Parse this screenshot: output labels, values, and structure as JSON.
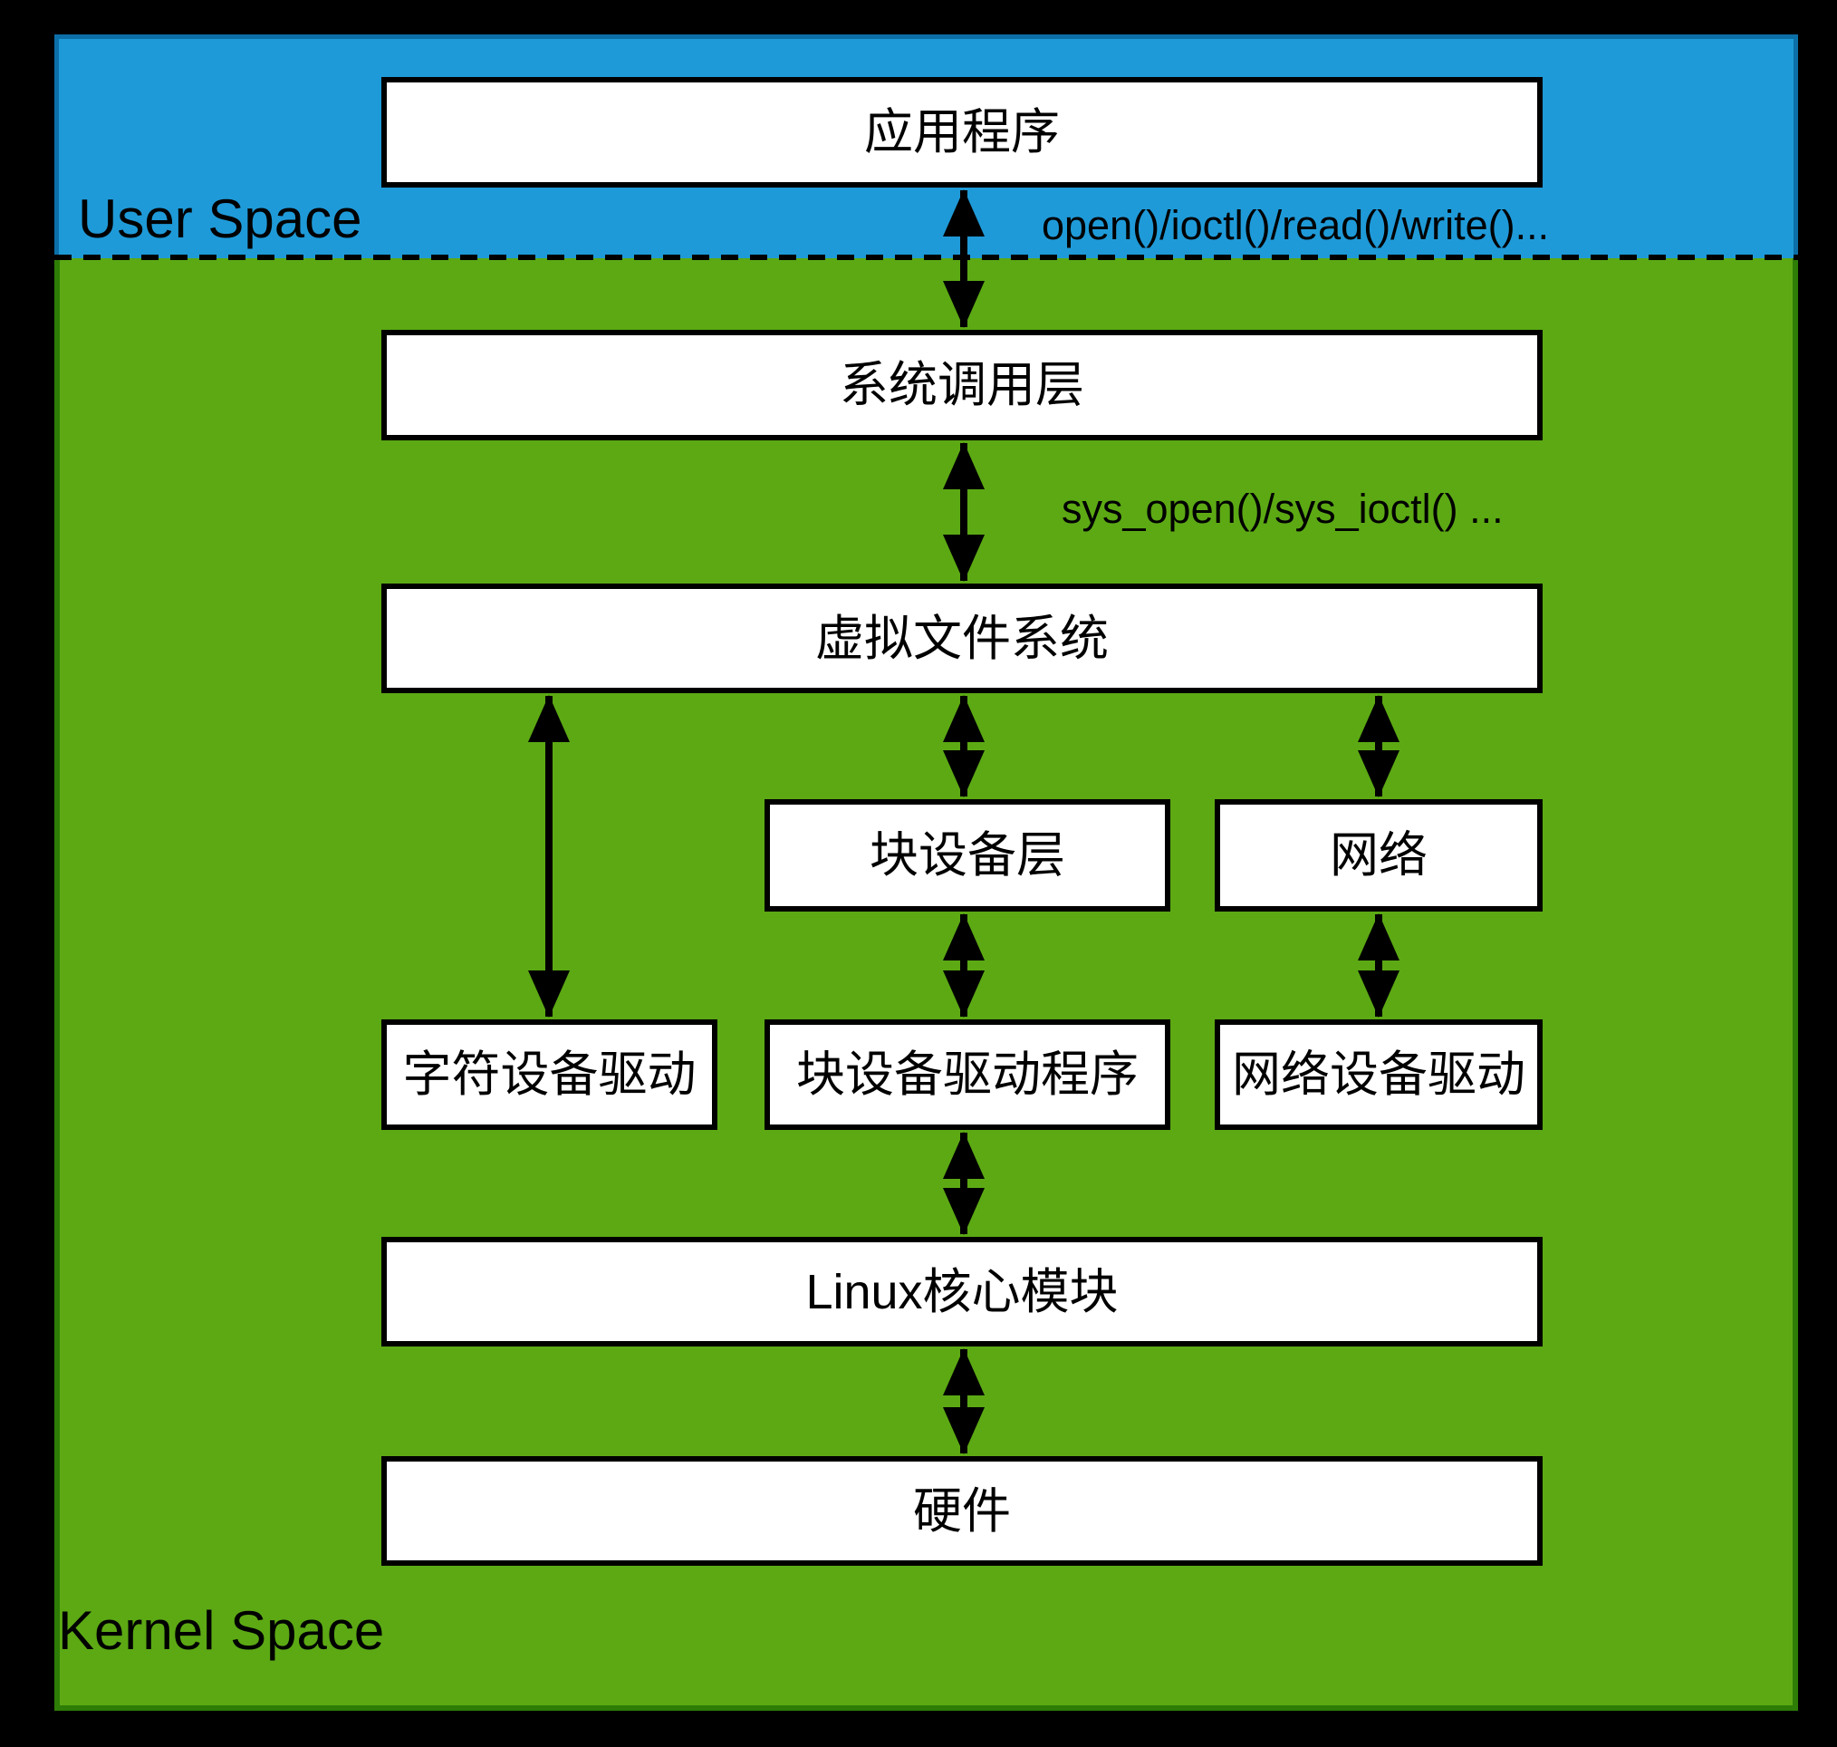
{
  "regions": {
    "user_space_label": "User Space",
    "kernel_space_label": "Kernel Space"
  },
  "boxes": {
    "application": "应用程序",
    "syscall_layer": "系统调用层",
    "vfs": "虚拟文件系统",
    "block_layer": "块设备层",
    "network": "网络",
    "char_driver": "字符设备驱动",
    "block_driver": "块设备驱动程序",
    "net_driver": "网络设备驱动",
    "kernel_module": "Linux核心模块",
    "hardware": "硬件"
  },
  "annotations": {
    "user_api": "open()/ioctl()/read()/write()...",
    "sys_api": "sys_open()/sys_ioctl() ..."
  },
  "colors": {
    "user_space": "#1f9ad8",
    "user_space_border": "#0c6fa8",
    "kernel_space": "#5ca914",
    "kernel_space_border": "#2e7d06",
    "box_fill": "#ffffff",
    "box_border": "#000000",
    "arrow": "#000000"
  }
}
